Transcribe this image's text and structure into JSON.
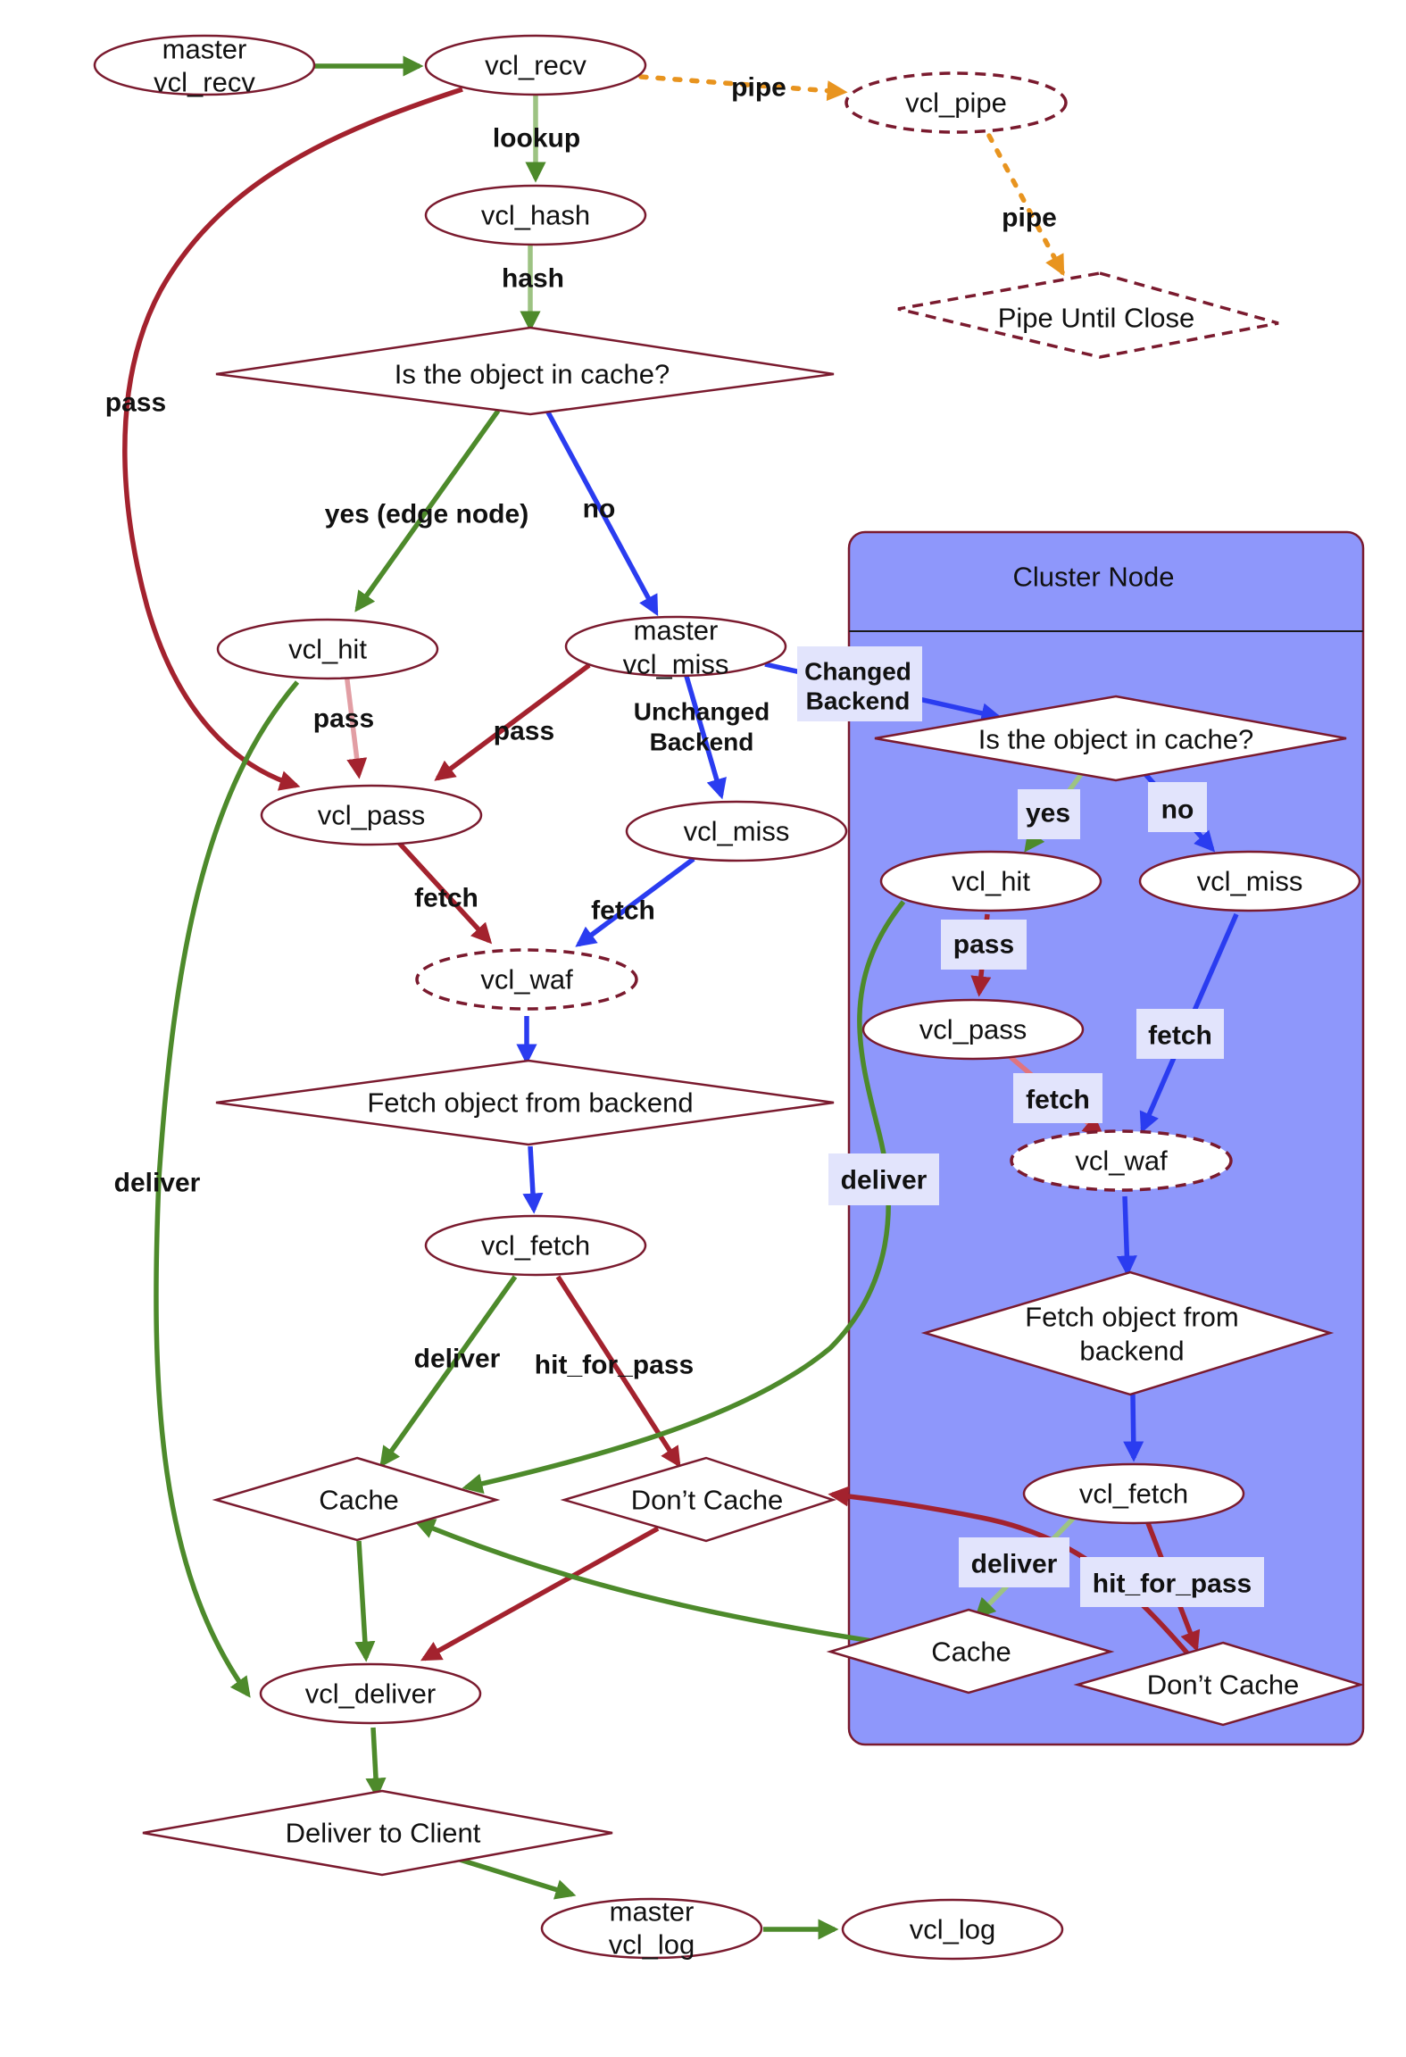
{
  "colors": {
    "green": "#4d8a2b",
    "red": "#a3222e",
    "blue": "#2a3cf0",
    "orange": "#e8941f",
    "node_border": "#7a1a2e",
    "cluster_fill": "#8e97fb",
    "cluster_border": "#7a1a2e",
    "label_box": "#e2e4fc"
  },
  "cluster": {
    "title": "Cluster Node"
  },
  "nodes": {
    "master_vcl_recv": [
      "master",
      "vcl_recv"
    ],
    "vcl_recv": "vcl_recv",
    "vcl_pipe": "vcl_pipe",
    "vcl_hash": "vcl_hash",
    "pipe_until_close": "Pipe Until Close",
    "in_cache": "Is the object in cache?",
    "vcl_hit": "vcl_hit",
    "master_vcl_miss": [
      "master",
      "vcl_miss"
    ],
    "vcl_pass": "vcl_pass",
    "vcl_miss": "vcl_miss",
    "vcl_waf": "vcl_waf",
    "fetch_backend": "Fetch object from backend",
    "vcl_fetch": "vcl_fetch",
    "cache": "Cache",
    "dont_cache": "Don’t Cache",
    "vcl_deliver": "vcl_deliver",
    "deliver_client": "Deliver to Client",
    "master_vcl_log": [
      "master",
      "vcl_log"
    ],
    "vcl_log": "vcl_log",
    "c_in_cache": "Is the object in cache?",
    "c_vcl_hit": "vcl_hit",
    "c_vcl_miss": "vcl_miss",
    "c_vcl_pass": "vcl_pass",
    "c_vcl_waf": "vcl_waf",
    "c_fetch_backend": [
      "Fetch object from",
      "backend"
    ],
    "c_vcl_fetch": "vcl_fetch",
    "c_cache": "Cache",
    "c_dont_cache": "Don’t Cache"
  },
  "edge_labels": {
    "pipe1": "pipe",
    "pipe2": "pipe",
    "lookup": "lookup",
    "hash": "hash",
    "pass_recv": "pass",
    "yes_edge": "yes (edge node)",
    "no": "no",
    "pass_hit": "pass",
    "pass_miss": "pass",
    "unchanged": [
      "Unchanged",
      "Backend"
    ],
    "changed": [
      "Changed",
      "Backend"
    ],
    "fetch_pass": "fetch",
    "fetch_miss": "fetch",
    "deliver_hit": "deliver",
    "deliver_fetch": "deliver",
    "hit_for_pass": "hit_for_pass",
    "c_yes": "yes",
    "c_no": "no",
    "c_pass": "pass",
    "c_fetch_miss": "fetch",
    "c_fetch_pass": "fetch",
    "c_deliver_hit": "deliver",
    "c_deliver_fetch": "deliver",
    "c_hit_for_pass": "hit_for_pass"
  }
}
